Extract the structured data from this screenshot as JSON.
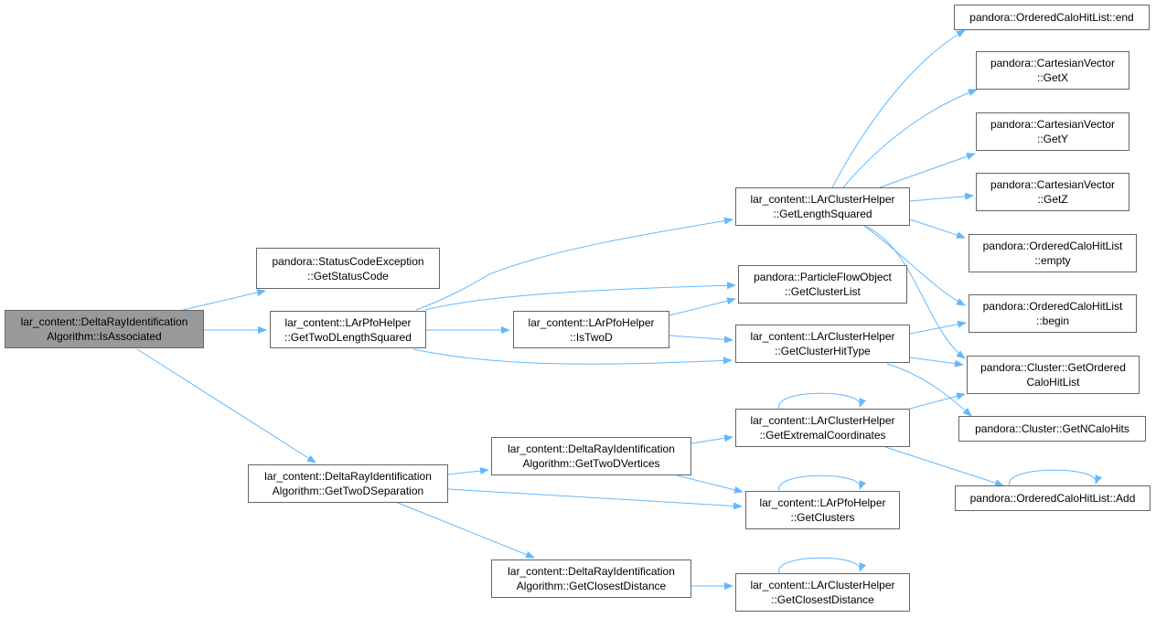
{
  "graph": {
    "edge_color": "#63b8ff",
    "nodes": [
      {
        "id": "root",
        "lines": [
          "lar_content::DeltaRayIdentification",
          "Algorithm::IsAssociated"
        ],
        "root": true
      },
      {
        "id": "status",
        "lines": [
          "pandora::StatusCodeException",
          "::GetStatusCode"
        ]
      },
      {
        "id": "twodlen",
        "lines": [
          "lar_content::LArPfoHelper",
          "::GetTwoDLengthSquared"
        ]
      },
      {
        "id": "twodsep",
        "lines": [
          "lar_content::DeltaRayIdentification",
          "Algorithm::GetTwoDSeparation"
        ]
      },
      {
        "id": "istwod",
        "lines": [
          "lar_content::LArPfoHelper",
          "::IsTwoD"
        ]
      },
      {
        "id": "twodvert",
        "lines": [
          "lar_content::DeltaRayIdentification",
          "Algorithm::GetTwoDVertices"
        ]
      },
      {
        "id": "closestalg",
        "lines": [
          "lar_content::DeltaRayIdentification",
          "Algorithm::GetClosestDistance"
        ]
      },
      {
        "id": "lensq",
        "lines": [
          "lar_content::LArClusterHelper",
          "::GetLengthSquared"
        ]
      },
      {
        "id": "pfoclist",
        "lines": [
          "pandora::ParticleFlowObject",
          "::GetClusterList"
        ]
      },
      {
        "id": "hittype",
        "lines": [
          "lar_content::LArClusterHelper",
          "::GetClusterHitType"
        ]
      },
      {
        "id": "extremal",
        "lines": [
          "lar_content::LArClusterHelper",
          "::GetExtremalCoordinates"
        ]
      },
      {
        "id": "getclusters",
        "lines": [
          "lar_content::LArPfoHelper",
          "::GetClusters"
        ]
      },
      {
        "id": "closestch",
        "lines": [
          "lar_content::LArClusterHelper",
          "::GetClosestDistance"
        ]
      },
      {
        "id": "end",
        "lines": [
          "pandora::OrderedCaloHitList::end"
        ]
      },
      {
        "id": "getx",
        "lines": [
          "pandora::CartesianVector",
          "::GetX"
        ]
      },
      {
        "id": "gety",
        "lines": [
          "pandora::CartesianVector",
          "::GetY"
        ]
      },
      {
        "id": "getz",
        "lines": [
          "pandora::CartesianVector",
          "::GetZ"
        ]
      },
      {
        "id": "empty",
        "lines": [
          "pandora::OrderedCaloHitList",
          "::empty"
        ]
      },
      {
        "id": "begin",
        "lines": [
          "pandora::OrderedCaloHitList",
          "::begin"
        ]
      },
      {
        "id": "ordered",
        "lines": [
          "pandora::Cluster::GetOrdered",
          "CaloHitList"
        ]
      },
      {
        "id": "ncalo",
        "lines": [
          "pandora::Cluster::GetNCaloHits"
        ]
      },
      {
        "id": "add",
        "lines": [
          "pandora::OrderedCaloHitList::Add"
        ]
      }
    ],
    "edges": [
      {
        "from": "root",
        "to": "status"
      },
      {
        "from": "root",
        "to": "twodlen"
      },
      {
        "from": "root",
        "to": "twodsep"
      },
      {
        "from": "twodlen",
        "to": "lensq"
      },
      {
        "from": "twodlen",
        "to": "pfoclist"
      },
      {
        "from": "twodlen",
        "to": "istwod"
      },
      {
        "from": "twodlen",
        "to": "hittype"
      },
      {
        "from": "istwod",
        "to": "pfoclist"
      },
      {
        "from": "istwod",
        "to": "hittype"
      },
      {
        "from": "lensq",
        "to": "end"
      },
      {
        "from": "lensq",
        "to": "getx"
      },
      {
        "from": "lensq",
        "to": "gety"
      },
      {
        "from": "lensq",
        "to": "getz"
      },
      {
        "from": "lensq",
        "to": "empty"
      },
      {
        "from": "lensq",
        "to": "begin"
      },
      {
        "from": "lensq",
        "to": "ordered"
      },
      {
        "from": "hittype",
        "to": "begin"
      },
      {
        "from": "hittype",
        "to": "ordered"
      },
      {
        "from": "hittype",
        "to": "ncalo"
      },
      {
        "from": "twodsep",
        "to": "twodvert"
      },
      {
        "from": "twodsep",
        "to": "getclusters"
      },
      {
        "from": "twodsep",
        "to": "closestalg"
      },
      {
        "from": "twodvert",
        "to": "extremal"
      },
      {
        "from": "twodvert",
        "to": "getclusters"
      },
      {
        "from": "extremal",
        "to": "ordered"
      },
      {
        "from": "extremal",
        "to": "add"
      },
      {
        "from": "extremal",
        "to": "extremal"
      },
      {
        "from": "getclusters",
        "to": "getclusters"
      },
      {
        "from": "closestalg",
        "to": "closestch"
      },
      {
        "from": "closestch",
        "to": "closestch"
      },
      {
        "from": "add",
        "to": "add"
      }
    ]
  }
}
